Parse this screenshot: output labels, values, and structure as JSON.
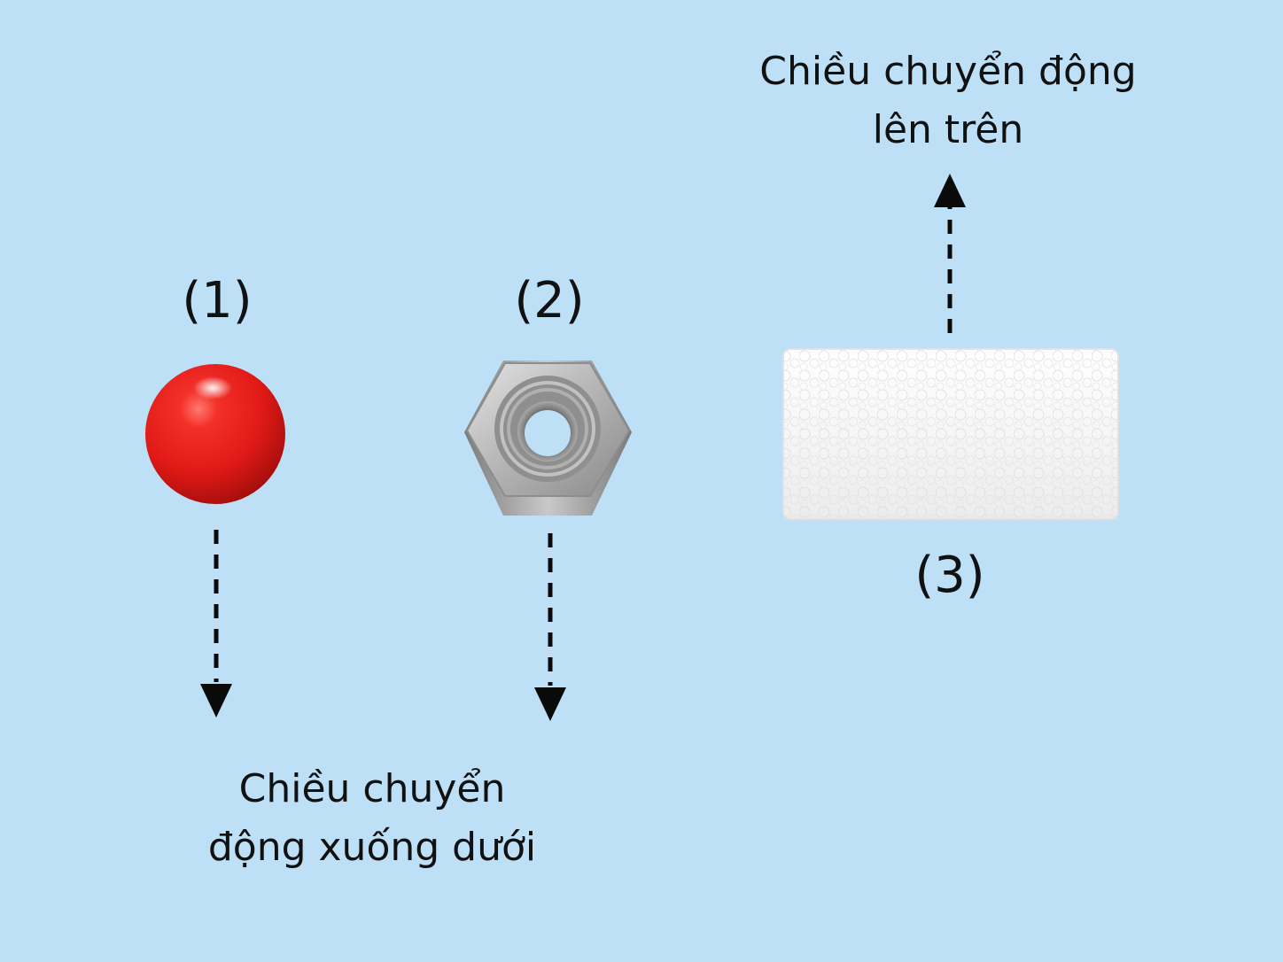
{
  "background_color": "#bde0f7",
  "objects": [
    {
      "label": "(1)",
      "kind": "red-ball",
      "color": "#e11a17"
    },
    {
      "label": "(2)",
      "kind": "steel-hex-nut",
      "color": "#9c9c9c"
    },
    {
      "label": "(3)",
      "kind": "foam-block",
      "color": "#f7f7f7"
    }
  ],
  "captions": {
    "down": [
      "Chiều chuyển",
      "động xuống dưới"
    ],
    "up": [
      "Chiều chuyển động",
      "lên trên"
    ]
  },
  "arrow_color": "#0a0a0a"
}
